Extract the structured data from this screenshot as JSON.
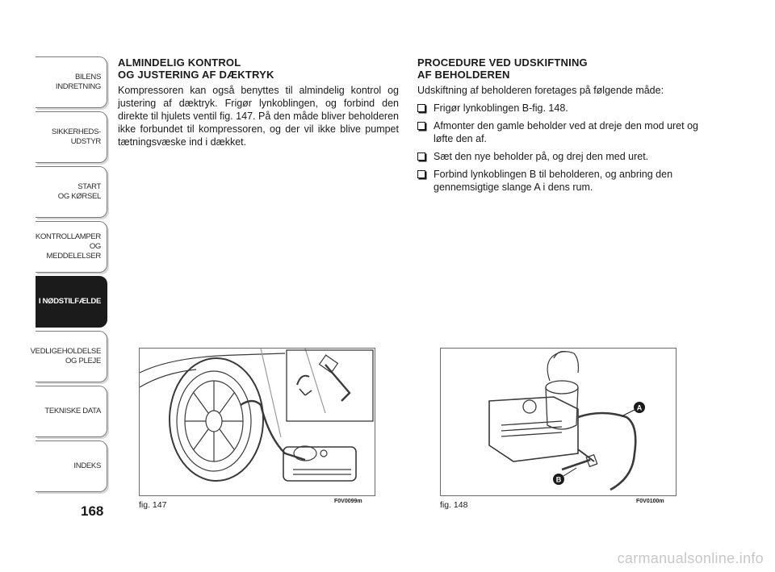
{
  "sidebar": {
    "tabs": [
      {
        "label": "BILENS\nINDRETNING",
        "active": false
      },
      {
        "label": "SIKKERHEDS-\nUDSTYR",
        "active": false
      },
      {
        "label": "START\nOG KØRSEL",
        "active": false
      },
      {
        "label": "KONTROLLAMPER\nOG MEDDELELSER",
        "active": false
      },
      {
        "label": "I NØDSTILFÆLDE",
        "active": true
      },
      {
        "label": "VEDLIGEHOLDELSE\nOG PLEJE",
        "active": false
      },
      {
        "label": "TEKNISKE DATA",
        "active": false
      },
      {
        "label": "INDEKS",
        "active": false
      }
    ]
  },
  "page_number": "168",
  "left_section": {
    "heading": "ALMINDELIG KONTROL\nOG JUSTERING AF DÆKTRYK",
    "body": "Kompressoren kan også benyttes til almindelig kontrol og justering af dæktryk. Frigør lynkoblingen, og forbind den direkte til hjulets ventil fig. 147. På den måde bliver beholderen ikke forbundet til kompressoren, og der vil ikke blive pumpet tætningsvæske ind i dækket."
  },
  "right_section": {
    "heading": "PROCEDURE VED UDSKIFTNING\nAF BEHOLDEREN",
    "intro": "Udskiftning af beholderen foretages på følgende måde:",
    "steps": [
      "Frigør lynkoblingen B-fig. 148.",
      "Afmonter den gamle beholder ved at dreje den mod uret og løfte den af.",
      "Sæt den nye beholder på, og drej den med uret.",
      "Forbind lynkoblingen B til beholderen, og anbring den gennemsigtige slange A i dens rum."
    ]
  },
  "figures": [
    {
      "caption": "fig. 147",
      "code": "F0V0099m"
    },
    {
      "caption": "fig. 148",
      "code": "F0V0100m",
      "label_a": "A",
      "label_b": "B"
    }
  ],
  "watermark": "carmanualsonline.info",
  "colors": {
    "active_tab": "#1b1b1b",
    "border": "#7a7a7a",
    "text": "#1a1a1a",
    "watermark": "#c8c8c8"
  }
}
